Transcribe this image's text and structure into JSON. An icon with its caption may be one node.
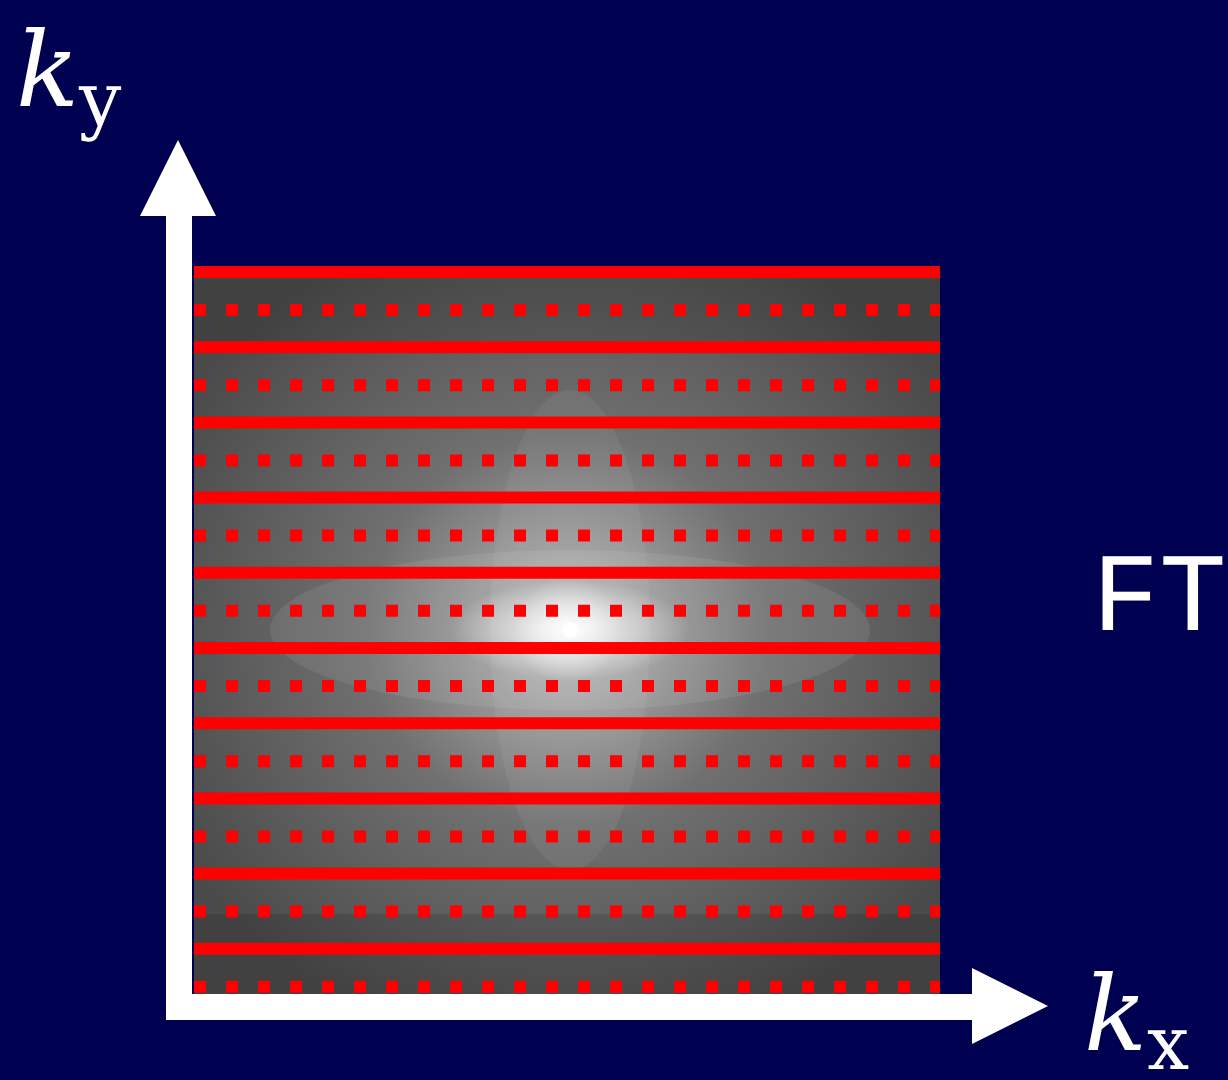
{
  "diagram": {
    "labels": [
      "*k*$_{y}$",
      "FT",
      "*k*$_{x}$"
    ]
  }
}
